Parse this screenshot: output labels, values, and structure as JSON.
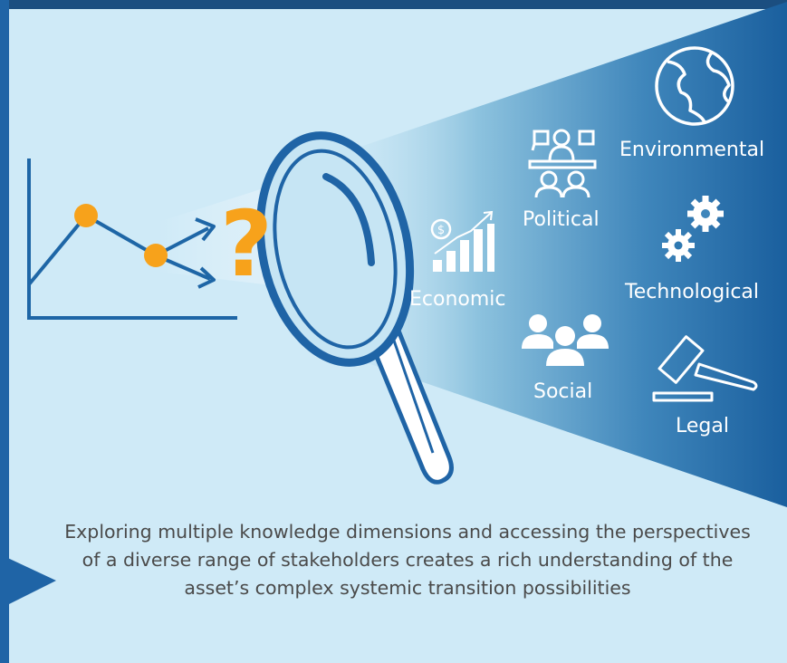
{
  "dimensions": [
    "Environmental",
    "Political",
    "Economic",
    "Technological",
    "Social",
    "Legal"
  ],
  "caption": "Exploring multiple knowledge dimensions and accessing the perspectives of a diverse range of stakeholders creates a rich understanding of the asset’s complex systemic transition possibilities",
  "question_mark": "?",
  "icons": [
    "globe-icon",
    "meeting-icon",
    "growth-chart-icon",
    "gears-icon",
    "group-icon",
    "gavel-icon",
    "magnifying-glass-icon"
  ],
  "colors": {
    "background": "#cfeaf7",
    "accent_blue": "#1f64a6",
    "dark_blue": "#1a5089",
    "orange": "#f7a21b"
  }
}
